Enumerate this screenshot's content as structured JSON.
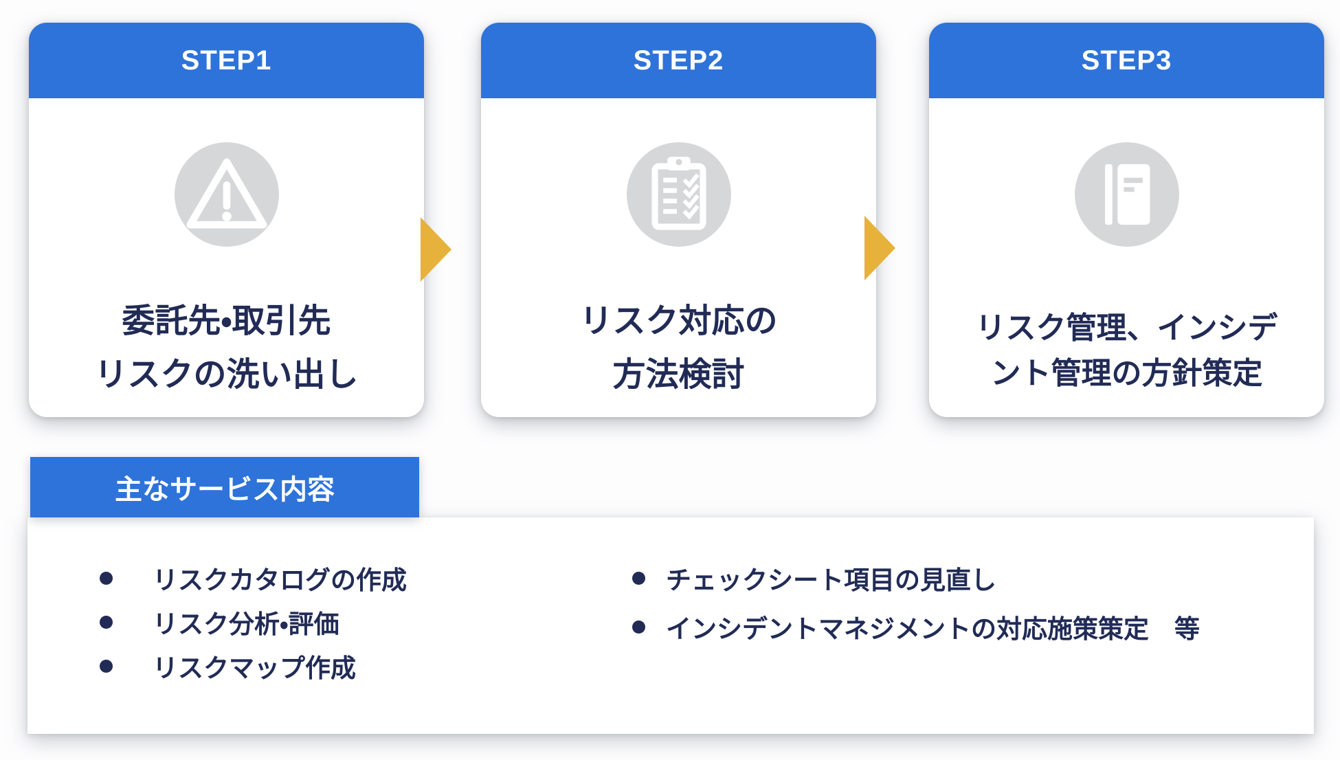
{
  "steps": [
    {
      "label": "STEP1",
      "title_lines": [
        "委託先・取引先",
        "リスクの洗い出し"
      ],
      "icon": "warning-icon"
    },
    {
      "label": "STEP2",
      "title_lines": [
        "リスク対応の",
        "方法検討"
      ],
      "icon": "checklist-icon"
    },
    {
      "label": "STEP3",
      "title_lines": [
        "リスク管理、インシデ",
        "ント管理の方針策定"
      ],
      "icon": "notebook-icon"
    }
  ],
  "services": {
    "title": "主なサービス内容",
    "columns": [
      {
        "items": [
          "リスクカタログの作成",
          "リスク分析・評価",
          "リスクマップ作成"
        ]
      },
      {
        "items": [
          "チェックシート項目の見直し",
          "インシデントマネジメントの対応施策策定　等"
        ]
      }
    ]
  },
  "colors": {
    "accent_blue": "#2e73d9",
    "arrow_gold": "#e6b23c",
    "text_navy": "#212b56",
    "icon_gray": "#d6d7d9",
    "card_bg": "#ffffff"
  }
}
